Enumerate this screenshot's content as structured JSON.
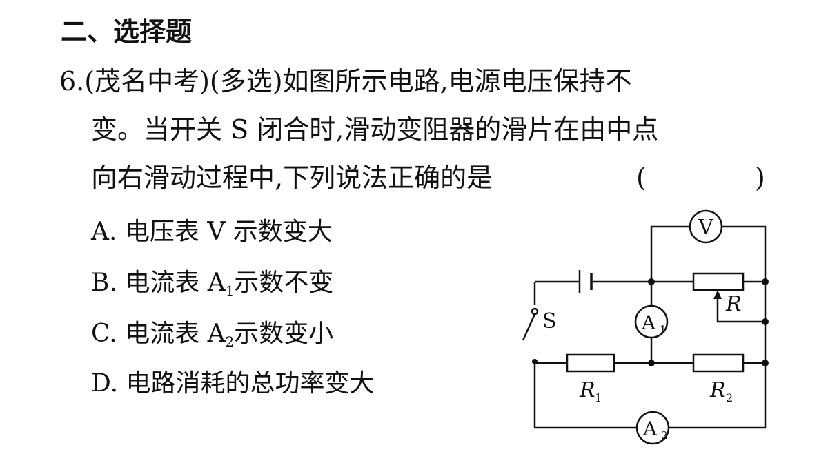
{
  "section": {
    "title": "二、选择题"
  },
  "question": {
    "number": "6.",
    "source": "(茂名中考)",
    "type": "(多选)",
    "stem_line1": "如图所示电路,电源电压保持不",
    "stem_line2": "变。当开关 S 闭合时,滑动变阻器的滑片在由中点",
    "stem_line3": "向右滑动过程中,下列说法正确的是",
    "answer_open": "(",
    "answer_close": ")"
  },
  "options": {
    "a": {
      "letter": "A.",
      "text": "电压表 V 示数变大"
    },
    "b": {
      "letter": "B.",
      "pre": "电流表 A",
      "sub": "1",
      "post": "示数不变"
    },
    "c": {
      "letter": "C.",
      "pre": "电流表 A",
      "sub": "2",
      "post": "示数变小"
    },
    "d": {
      "letter": "D.",
      "text": "电路消耗的总功率变大"
    }
  },
  "circuit": {
    "voltmeter": "V",
    "ammeter1": "A",
    "ammeter1_sub": "1",
    "ammeter2": "A",
    "ammeter2_sub": "2",
    "switch_label": "S",
    "rheostat_label": "R",
    "r1": "R",
    "r1_sub": "1",
    "r2": "R",
    "r2_sub": "2"
  }
}
